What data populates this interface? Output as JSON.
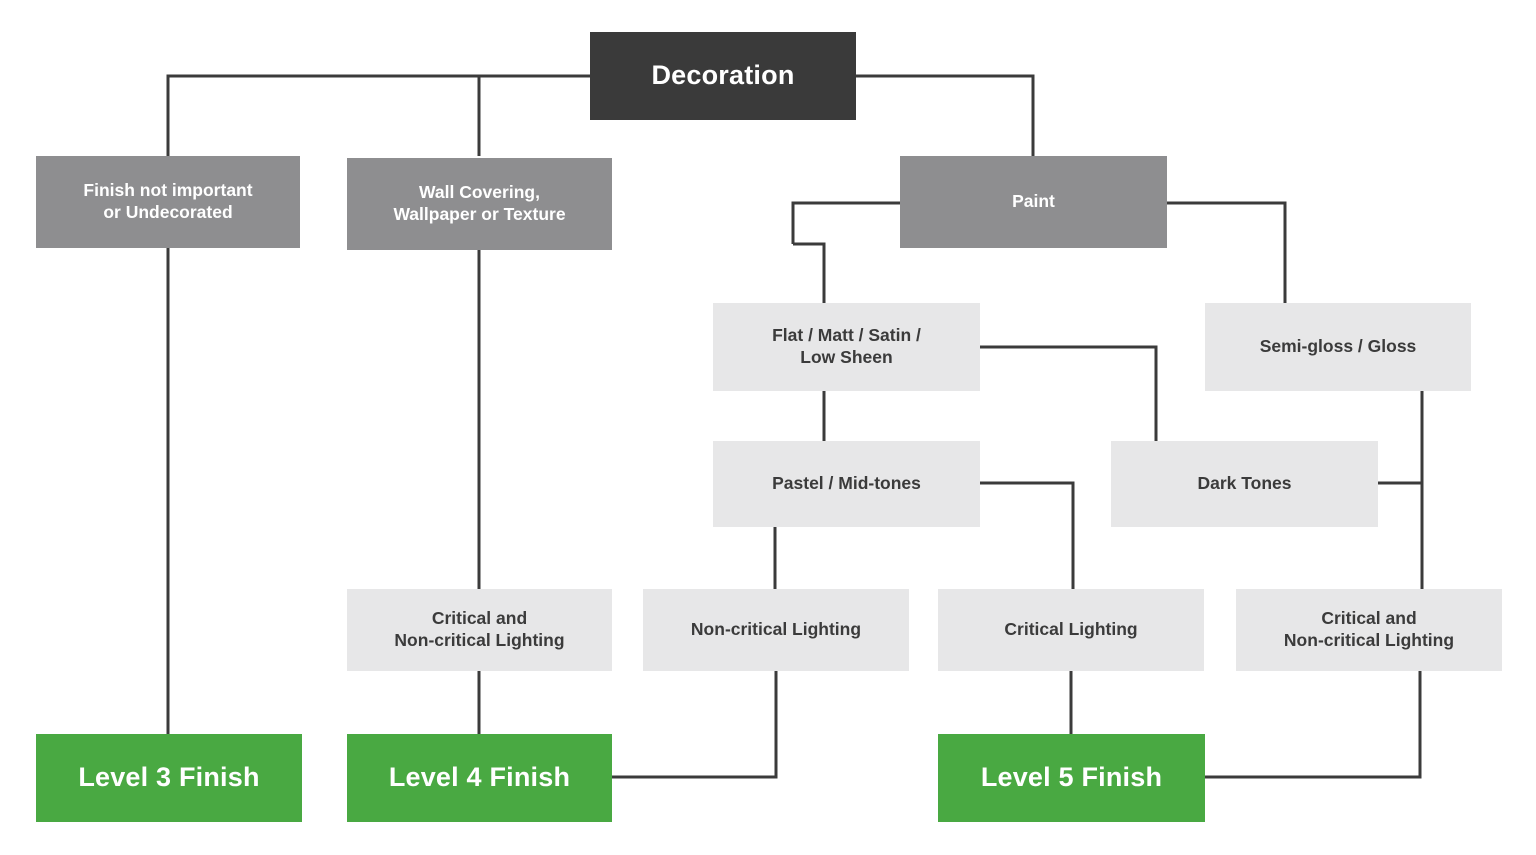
{
  "diagram": {
    "title": "Decoration finish level selection flowchart",
    "colors": {
      "root_fill": "#3a3a3a",
      "branch_fill": "#8e8e90",
      "option_fill": "#e7e7e8",
      "result_fill": "#49a942",
      "line": "#3b3b3b",
      "background": "#ffffff"
    },
    "nodes": {
      "root": {
        "label": "Decoration"
      },
      "branch_undecorated": {
        "label": "Finish not important\nor Undecorated"
      },
      "branch_wallcovering": {
        "label": "Wall Covering,\nWallpaper or Texture"
      },
      "branch_paint": {
        "label": "Paint"
      },
      "option_flat": {
        "label": "Flat / Matt / Satin /\nLow Sheen"
      },
      "option_semigloss": {
        "label": "Semi-gloss / Gloss"
      },
      "option_pastel": {
        "label": "Pastel / Mid-tones"
      },
      "option_dark": {
        "label": "Dark Tones"
      },
      "lighting_wallcovering": {
        "label": "Critical and\nNon-critical Lighting"
      },
      "lighting_noncritical": {
        "label": "Non-critical Lighting"
      },
      "lighting_critical": {
        "label": "Critical Lighting"
      },
      "lighting_gloss": {
        "label": "Critical and\nNon-critical Lighting"
      },
      "result_level3": {
        "label": "Level 3 Finish"
      },
      "result_level4": {
        "label": "Level 4 Finish"
      },
      "result_level5": {
        "label": "Level 5 Finish"
      }
    },
    "edges": [
      {
        "from": "root",
        "to": "branch_undecorated"
      },
      {
        "from": "root",
        "to": "branch_wallcovering"
      },
      {
        "from": "root",
        "to": "branch_paint"
      },
      {
        "from": "branch_undecorated",
        "to": "result_level3"
      },
      {
        "from": "branch_wallcovering",
        "to": "lighting_wallcovering"
      },
      {
        "from": "lighting_wallcovering",
        "to": "result_level4"
      },
      {
        "from": "branch_paint",
        "to": "option_flat"
      },
      {
        "from": "branch_paint",
        "to": "option_semigloss"
      },
      {
        "from": "option_flat",
        "to": "option_pastel"
      },
      {
        "from": "option_flat",
        "to": "option_dark"
      },
      {
        "from": "option_pastel",
        "to": "lighting_noncritical"
      },
      {
        "from": "option_pastel",
        "to": "lighting_critical"
      },
      {
        "from": "option_dark",
        "to": "lighting_gloss"
      },
      {
        "from": "option_semigloss",
        "to": "lighting_gloss"
      },
      {
        "from": "lighting_noncritical",
        "to": "result_level4"
      },
      {
        "from": "lighting_critical",
        "to": "result_level5"
      },
      {
        "from": "lighting_gloss",
        "to": "result_level5"
      }
    ]
  }
}
